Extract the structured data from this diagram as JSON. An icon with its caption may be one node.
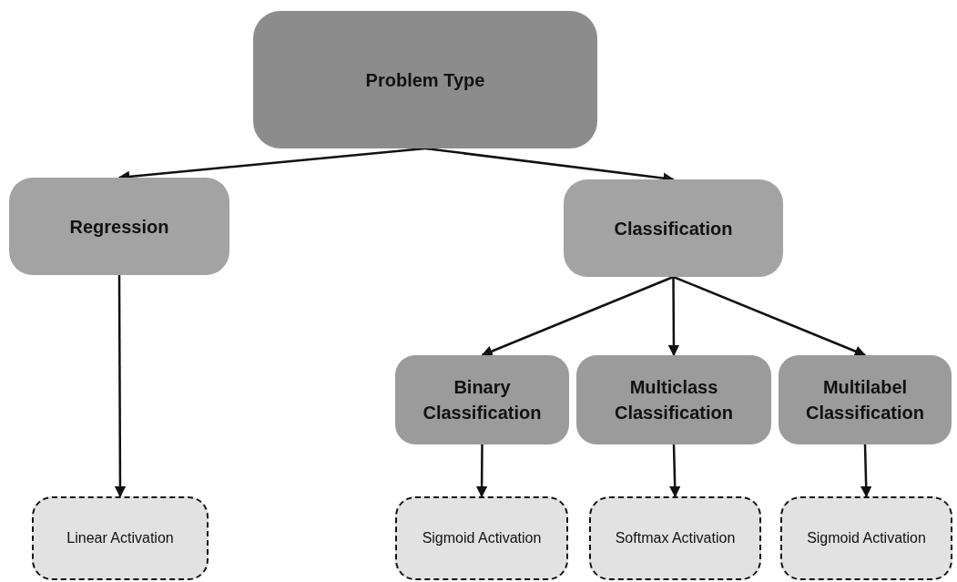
{
  "diagram": {
    "nodes": [
      {
        "text": [
          "Problem Type"
        ]
      },
      {
        "text": [
          "Regression"
        ]
      },
      {
        "text": [
          "Classification"
        ]
      },
      {
        "text": [
          "Binary Classification"
        ]
      },
      {
        "text": [
          "Multiclass Classification"
        ]
      },
      {
        "text": [
          "Multilabel Classification"
        ]
      },
      {
        "text": [
          "Linear Activation"
        ]
      },
      {
        "text": [
          "Sigmoid Activation"
        ]
      },
      {
        "text": [
          "Softmax Activation"
        ]
      },
      {
        "text": [
          "Sigmoid Activation"
        ]
      }
    ],
    "edges": [
      {
        "from": 0,
        "to": 1,
        "arrow": "to"
      },
      {
        "from": 0,
        "to": 2,
        "arrow": "to"
      },
      {
        "from": 2,
        "to": 3,
        "arrow": "to"
      },
      {
        "from": 2,
        "to": 4,
        "arrow": "to"
      },
      {
        "from": 2,
        "to": 5,
        "arrow": "to"
      },
      {
        "from": 1,
        "to": 6,
        "arrow": "to"
      },
      {
        "from": 3,
        "to": 7,
        "arrow": "to"
      },
      {
        "from": 4,
        "to": 8,
        "arrow": "to"
      },
      {
        "from": 5,
        "to": 9,
        "arrow": "to"
      }
    ]
  }
}
